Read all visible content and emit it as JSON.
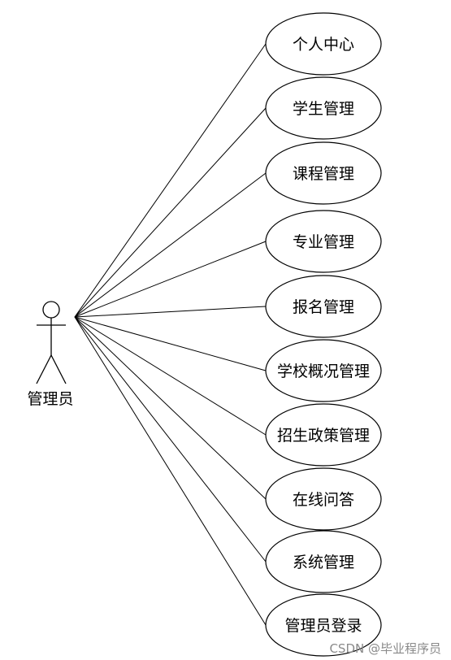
{
  "diagram": {
    "actor": {
      "label": "管理员",
      "icon": "stick-figure-icon"
    },
    "use_cases": [
      {
        "label": "个人中心"
      },
      {
        "label": "学生管理"
      },
      {
        "label": "课程管理"
      },
      {
        "label": "专业管理"
      },
      {
        "label": "报名管理"
      },
      {
        "label": "学校概况管理"
      },
      {
        "label": "招生政策管理"
      },
      {
        "label": "在线问答"
      },
      {
        "label": "系统管理"
      },
      {
        "label": "管理员登录"
      }
    ],
    "colors": {
      "stroke": "#000000",
      "fill": "#ffffff",
      "watermark": "#8a8a8a"
    }
  },
  "watermark": "CSDN @毕业程序员"
}
